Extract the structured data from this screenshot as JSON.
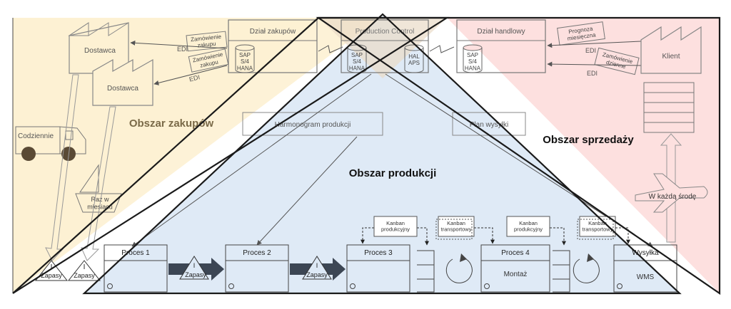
{
  "areas": {
    "purchasing": {
      "label": "Obszar zakupów",
      "color": "#fdf1d3"
    },
    "sales": {
      "label": "Obszar sprzedaży",
      "color": "#fde0df"
    },
    "production": {
      "label": "Obszar produkcji",
      "color": "#dde9f6"
    }
  },
  "purchasing": {
    "supplier_1": "Dostawca",
    "supplier_2": "Dostawca",
    "dept": "Dział zakupów",
    "system": "SAP\nS/4\nHANA",
    "order_note": "Zamówienie\nzakupu",
    "order_note_2": "Zamówienie\nzakupu",
    "edi_1": "EDI",
    "edi_2": "EDI",
    "truck_label": "Codziennie",
    "ship_label": "Raz w\nmiesiącu"
  },
  "production_control": {
    "title": "Production Control",
    "sap": "SAP\nS/4\nHANA",
    "aps": "HAL\nAPS",
    "schedule": "Harmonogram produkcji",
    "dispatch_plan": "Plan wysyłki"
  },
  "sales": {
    "dept": "Dział handlowy",
    "system": "SAP\nS/4\nHANA",
    "forecast": "Prognoza\nmiesięczna",
    "daily_order": "Zamówienie\ndzienne",
    "edi_1": "EDI",
    "edi_2": "EDI",
    "customer": "Klient",
    "airplane_label": "W każdą środę"
  },
  "flow": {
    "inventory": "Zapasy",
    "processes": [
      "Proces 1",
      "Proces 2",
      "Proces 3",
      "Proces 4"
    ],
    "assembly": "Montaż",
    "shipping": "Wysyłka",
    "wms": "WMS",
    "kanban_prod": "Kanban\nprodukcyjny",
    "kanban_transport": "Kanban\ntransportowy"
  }
}
